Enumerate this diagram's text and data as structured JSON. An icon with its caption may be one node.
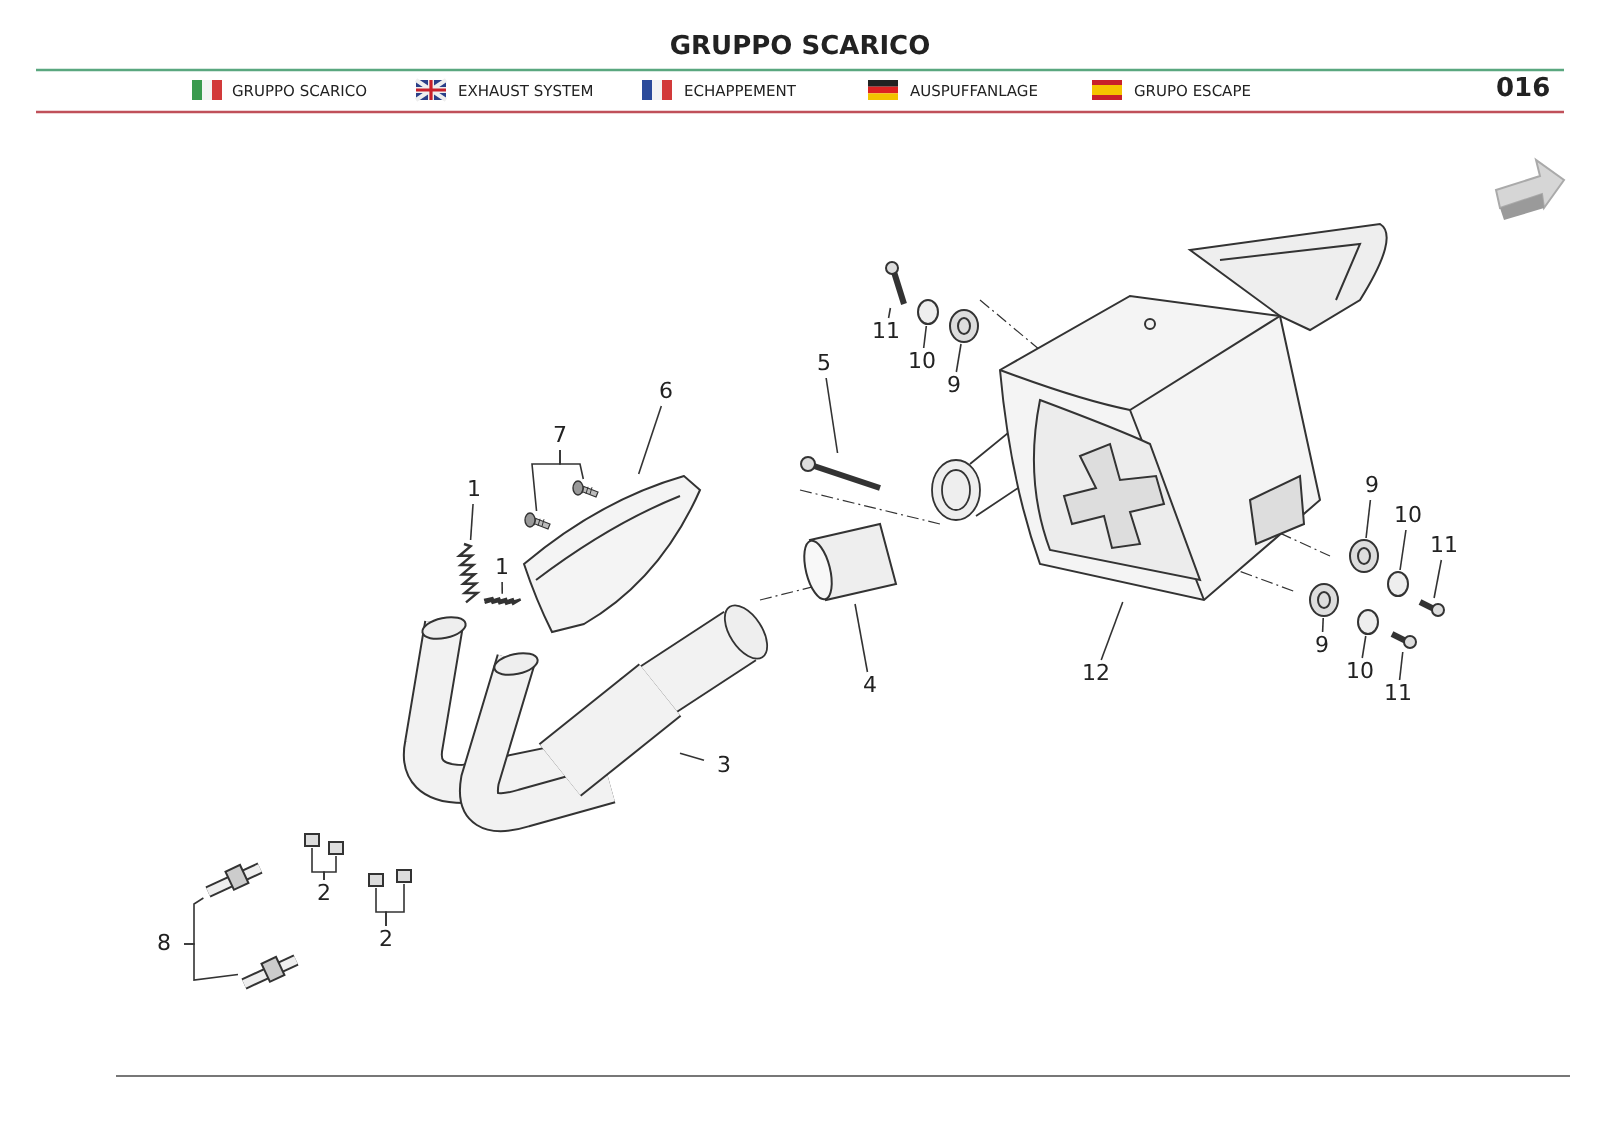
{
  "diagram": {
    "title": "GRUPPO SCARICO",
    "nodes": [
      {
        "text": [
          "1"
        ]
      },
      {
        "text": [
          "1"
        ]
      },
      {
        "text": [
          "7"
        ]
      },
      {
        "text": [
          "6"
        ]
      },
      {
        "text": [
          "5"
        ]
      },
      {
        "text": [
          "11"
        ]
      },
      {
        "text": [
          "10"
        ]
      },
      {
        "text": [
          "9"
        ]
      },
      {
        "text": [
          "3"
        ]
      },
      {
        "text": [
          "4"
        ]
      },
      {
        "text": [
          "12"
        ]
      },
      {
        "text": [
          "9"
        ]
      },
      {
        "text": [
          "10"
        ]
      },
      {
        "text": [
          "11"
        ]
      },
      {
        "text": [
          "2"
        ]
      },
      {
        "text": [
          "2"
        ]
      },
      {
        "text": [
          "8"
        ]
      },
      {
        "text": [
          "9"
        ]
      },
      {
        "text": [
          "10"
        ]
      },
      {
        "text": [
          "11"
        ]
      },
      {
        "text": [],
        "shape": "picture"
      },
      {
        "text": [],
        "shape": "picture"
      },
      {
        "text": [],
        "shape": "picture"
      },
      {
        "text": [],
        "shape": "picture"
      },
      {
        "text": [],
        "shape": "picture"
      },
      {
        "text": [],
        "shape": "picture"
      },
      {
        "text": [],
        "shape": "picture"
      },
      {
        "text": [],
        "shape": "circle"
      },
      {
        "text": [],
        "shape": "picture"
      },
      {
        "text": [],
        "shape": "picture"
      },
      {
        "text": [],
        "shape": "picture"
      },
      {
        "text": [],
        "shape": "picture"
      },
      {
        "text": [],
        "shape": "picture"
      },
      {
        "text": [],
        "shape": "circle"
      },
      {
        "text": [],
        "shape": "picture"
      },
      {
        "text": [],
        "shape": "box"
      },
      {
        "text": [],
        "shape": "box"
      },
      {
        "text": [],
        "shape": "box"
      },
      {
        "text": [],
        "shape": "box"
      },
      {
        "text": [],
        "shape": "picture"
      },
      {
        "text": [],
        "shape": "picture"
      },
      {
        "text": [],
        "shape": "picture"
      },
      {
        "text": [],
        "shape": "circle"
      },
      {
        "text": [],
        "shape": "picture"
      }
    ],
    "edges": [
      {
        "from": 0,
        "to": 20,
        "arrow": "none"
      },
      {
        "from": 1,
        "to": 21,
        "arrow": "none"
      },
      {
        "from": 2,
        "to": 22,
        "arrow": "none"
      },
      {
        "from": 2,
        "to": 23,
        "arrow": "none"
      },
      {
        "from": 3,
        "to": 24,
        "arrow": "none"
      },
      {
        "from": 4,
        "to": 25,
        "arrow": "none"
      },
      {
        "from": 5,
        "to": 26,
        "arrow": "none"
      },
      {
        "from": 6,
        "to": 27,
        "arrow": "none"
      },
      {
        "from": 7,
        "to": 28,
        "arrow": "none"
      },
      {
        "from": 8,
        "to": 29,
        "arrow": "none"
      },
      {
        "from": 9,
        "to": 30,
        "arrow": "none"
      },
      {
        "from": 10,
        "to": 31,
        "arrow": "none"
      },
      {
        "from": 11,
        "to": 32,
        "arrow": "none"
      },
      {
        "from": 12,
        "to": 33,
        "arrow": "none"
      },
      {
        "from": 13,
        "to": 34,
        "arrow": "none"
      },
      {
        "from": 14,
        "to": 35,
        "arrow": "none"
      },
      {
        "from": 14,
        "to": 36,
        "arrow": "none"
      },
      {
        "from": 15,
        "to": 37,
        "arrow": "none"
      },
      {
        "from": 15,
        "to": 38,
        "arrow": "none"
      },
      {
        "from": 16,
        "to": 39,
        "arrow": "none"
      },
      {
        "from": 16,
        "to": 40,
        "arrow": "none"
      },
      {
        "from": 17,
        "to": 41,
        "arrow": "none"
      },
      {
        "from": 18,
        "to": 42,
        "arrow": "none"
      },
      {
        "from": 19,
        "to": 43,
        "arrow": "none"
      }
    ],
    "labels": [
      "GRUPPO SCARICO",
      "EXHAUST SYSTEM",
      "ECHAPPEMENT",
      "AUSPUFFANLAGE",
      "GRUPO ESCAPE",
      "016"
    ]
  }
}
